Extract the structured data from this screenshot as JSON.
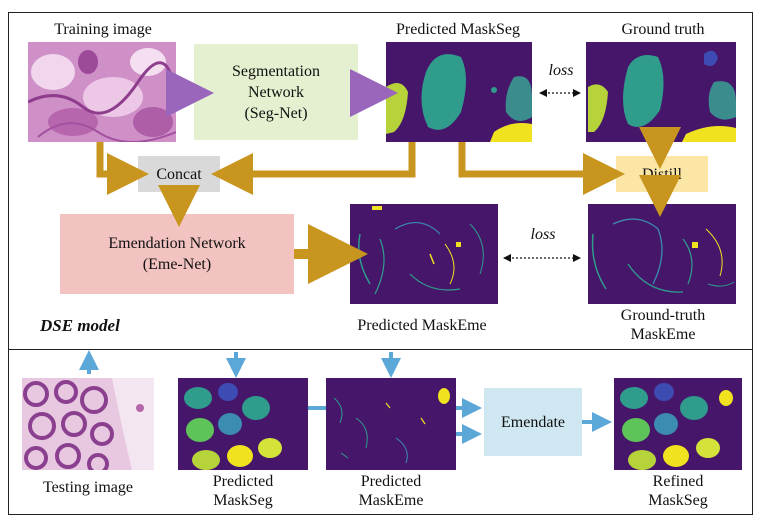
{
  "train": {
    "training_image_label": "Training image",
    "seg_net_label": "Segmentation\nNetwork\n(Seg-Net)",
    "pred_maskseg_label": "Predicted MaskSeg",
    "ground_truth_label": "Ground truth",
    "loss_top": "loss",
    "concat_label": "Concat",
    "distill_label": "Distill",
    "eme_net_label": "Emendation Network\n(Eme-Net)",
    "loss_bottom": "loss",
    "pred_maskeme_label": "Predicted MaskEme",
    "gt_maskeme_label": "Ground-truth\nMaskEme",
    "model_label": "DSE model"
  },
  "test": {
    "testing_image_label": "Testing image",
    "pred_maskseg_label": "Predicted\nMaskSeg",
    "pred_maskeme_label": "Predicted\nMaskEme",
    "emendate_label": "Emendate",
    "refined_label": "Refined\nMaskSeg"
  },
  "colors": {
    "gold_arrow": "#c8961e",
    "purple_arrow": "#9966bb",
    "blue_arrow": "#5aa7d8",
    "seg_box": "#e4f0cf",
    "concat_box": "#d9d9d9",
    "distill_box": "#fbe6a6",
    "eme_box": "#f2c3c0",
    "emendate_box": "#cfe7f1",
    "mask_bg": "#46166b"
  }
}
